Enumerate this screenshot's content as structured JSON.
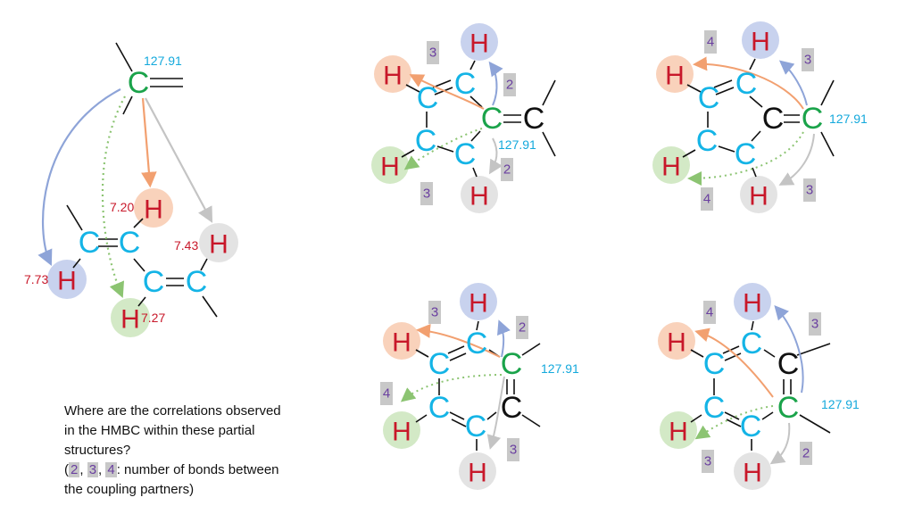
{
  "shifts": {
    "c_main": "127.91",
    "h_orange": "7.20",
    "h_grey": "7.43",
    "h_blue": "7.73",
    "h_green": "7.27"
  },
  "atoms": {
    "carbon": "C",
    "hydrogen": "H"
  },
  "bond_numbers": {
    "two": "2",
    "three": "3",
    "four": "4"
  },
  "caption": {
    "line1": "Where are the correlations observed",
    "line2": "in the HMBC within these partial",
    "line3": "structures?",
    "line4_open": "(",
    "sep1": ", ",
    "sep2": ", ",
    "line4_rest": ": number of bonds between",
    "line5": "the coupling partners)"
  },
  "colors": {
    "carbon": "#14b4e6",
    "carbon_hmbc": "#1aa34a",
    "hydrogen": "#c8182a",
    "orange": "#f2b48a",
    "blue": "#9aaedc",
    "grey": "#cfcfcf",
    "green": "#a6d28c",
    "bond_number": "#6a3fa0"
  }
}
